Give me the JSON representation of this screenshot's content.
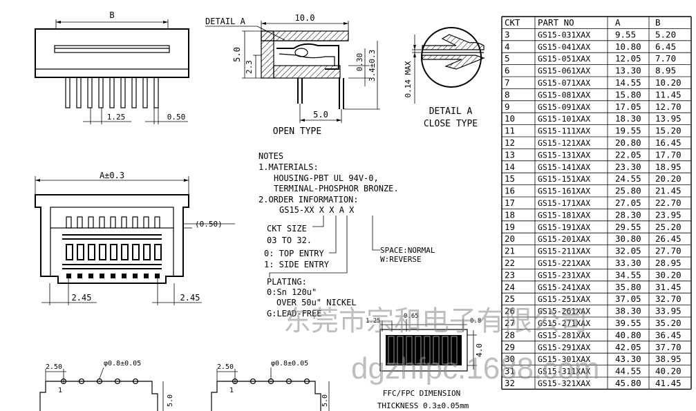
{
  "top_view": {
    "dim_b": "B",
    "dim_pitch": "1.25",
    "dim_pin": "0.50"
  },
  "side_view": {
    "detail_label": "DETAIL A",
    "dim_length": "10.0",
    "dim_height": "5.0",
    "dim_23": "2.3",
    "dim_030": "0.30",
    "dim_34": "3.4±0.3",
    "dim_bottom": "5.0",
    "caption": "OPEN TYPE"
  },
  "detail_view": {
    "dim_max": "0.14 MAX",
    "caption_line1": "DETAIL A",
    "caption_line2": "CLOSE TYPE"
  },
  "front_view": {
    "dim_a": "A±0.3",
    "dim_050": "(0.50)",
    "dim_left": "2.45",
    "dim_right": "2.45"
  },
  "notes": {
    "title": "NOTES",
    "line1": "1.MATERIALS:",
    "line2": "HOUSING-PBT UL 94V-0,",
    "line3": "TERMINAL-PHOSPHOR BRONZE.",
    "line4": "2.ORDER INFORMATION:",
    "code": "GS15-XX X X A X",
    "ckt_size": "CKT SIZE",
    "ckt_range": "03 TO 32.",
    "top_entry": "0: TOP ENTRY",
    "side_entry": "1: SIDE ENTRY",
    "space1": "SPACE:NORMAL",
    "space2": "W:REVERSE",
    "plating": "PLATING:",
    "plating1": "0:Sn 120u\"",
    "plating2": "OVER 50u\" NICKEL",
    "plating3": "G:LEAD-FREE"
  },
  "ffc": {
    "dim_125": "1.25",
    "dim_065": "0.65",
    "dim_08": "0.8",
    "dim_40": "4.0",
    "caption1": "FFC/FPC DIMENSION",
    "caption2": "THICKNESS 0.3±0.05mm"
  },
  "pcb_left": {
    "dim_250": "2.50",
    "hole": "φ0.8±0.05",
    "pin1": "1",
    "dim_50": "5.0"
  },
  "pcb_right": {
    "dim_250": "2.50",
    "hole": "φ0.8±0.05",
    "pin1": "1",
    "dim_50": "5.0"
  },
  "table": {
    "headers": [
      "CKT",
      "PART NO",
      "A",
      "B"
    ],
    "rows": [
      [
        "3",
        "GS15-031XAX",
        "9.55",
        "5.20"
      ],
      [
        "4",
        "GS15-041XAX",
        "10.80",
        "6.45"
      ],
      [
        "5",
        "GS15-051XAX",
        "12.05",
        "7.70"
      ],
      [
        "6",
        "GS15-061XAX",
        "13.30",
        "8.95"
      ],
      [
        "7",
        "GS15-071XAX",
        "14.55",
        "10.20"
      ],
      [
        "8",
        "GS15-081XAX",
        "15.80",
        "11.45"
      ],
      [
        "9",
        "GS15-091XAX",
        "17.05",
        "12.70"
      ],
      [
        "10",
        "GS15-101XAX",
        "18.30",
        "13.95"
      ],
      [
        "11",
        "GS15-111XAX",
        "19.55",
        "15.20"
      ],
      [
        "12",
        "GS15-121XAX",
        "20.80",
        "16.45"
      ],
      [
        "13",
        "GS15-131XAX",
        "22.05",
        "17.70"
      ],
      [
        "14",
        "GS15-141XAX",
        "23.30",
        "18.95"
      ],
      [
        "15",
        "GS15-151XAX",
        "24.55",
        "20.20"
      ],
      [
        "16",
        "GS15-161XAX",
        "25.80",
        "21.45"
      ],
      [
        "17",
        "GS15-171XAX",
        "27.05",
        "22.70"
      ],
      [
        "18",
        "GS15-181XAX",
        "28.30",
        "23.95"
      ],
      [
        "19",
        "GS15-191XAX",
        "29.55",
        "25.20"
      ],
      [
        "20",
        "GS15-201XAX",
        "30.80",
        "26.45"
      ],
      [
        "21",
        "GS15-211XAX",
        "32.05",
        "27.70"
      ],
      [
        "22",
        "GS15-221XAX",
        "33.30",
        "28.95"
      ],
      [
        "23",
        "GS15-231XAX",
        "34.55",
        "30.20"
      ],
      [
        "24",
        "GS15-241XAX",
        "35.80",
        "31.45"
      ],
      [
        "25",
        "GS15-251XAX",
        "37.05",
        "32.70"
      ],
      [
        "26",
        "GS15-261XAX",
        "38.30",
        "33.95"
      ],
      [
        "27",
        "GS15-271XAX",
        "39.55",
        "35.20"
      ],
      [
        "28",
        "GS15-281XAX",
        "40.80",
        "36.45"
      ],
      [
        "29",
        "GS15-291XAX",
        "42.05",
        "37.70"
      ],
      [
        "30",
        "GS15-301XAX",
        "43.30",
        "38.95"
      ],
      [
        "31",
        "GS15-311XAX",
        "44.55",
        "40.20"
      ],
      [
        "32",
        "GS15-321XAX",
        "45.80",
        "41.45"
      ]
    ]
  },
  "watermark": {
    "cn": "东莞市宗和电子有限公司",
    "url": "dgzhfpc.1688.com"
  }
}
